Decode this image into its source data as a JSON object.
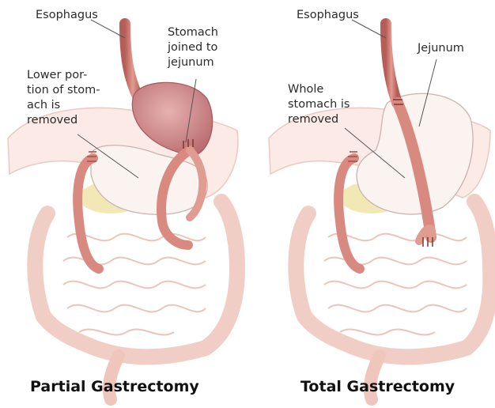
{
  "left_panel": {
    "title": "Partial Gastrectomy",
    "labels": {
      "esophagus": "Esophagus",
      "stomach_joined": "Stomach\njoined to\njejunum",
      "lower_portion": "Lower por-\ntion of stom-\nach is\nremoved"
    }
  },
  "right_panel": {
    "title": "Total Gastrectomy",
    "labels": {
      "esophagus": "Esophagus",
      "jejunum": "Jejunum",
      "whole_stomach": "Whole\nstomach is\nremoved"
    }
  },
  "colors": {
    "organ_tint": "#f6dcd4",
    "outline": "#e0b4a8",
    "esophagus": "#c9756b",
    "stomach": "#c98a8c",
    "intestine": "#e8a59a",
    "liver_outline": "#e9c4bb",
    "fat": "#e6d98e"
  }
}
